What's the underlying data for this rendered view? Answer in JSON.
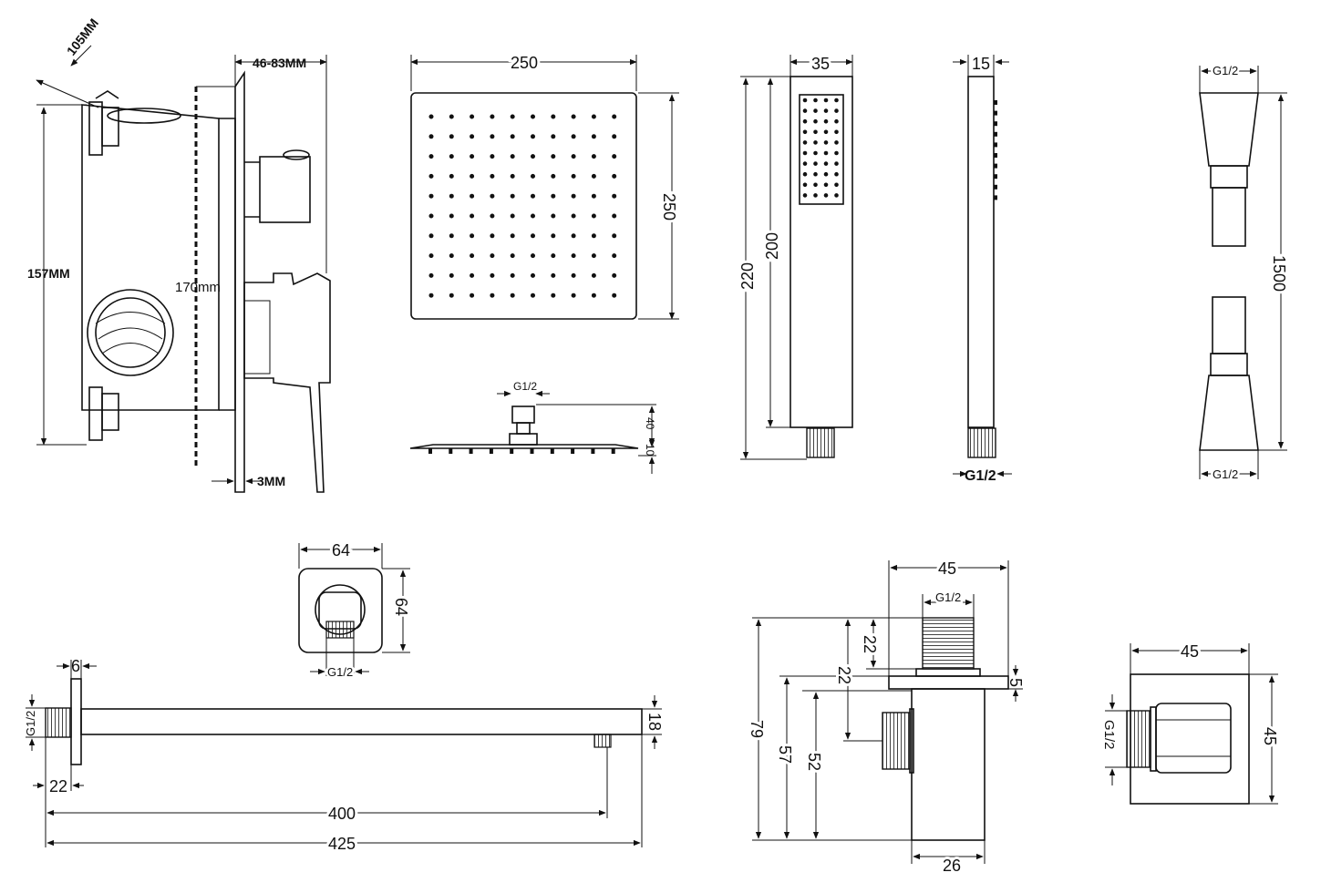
{
  "mixer": {
    "depth_label": "105MM",
    "projection_label": "46-83MM",
    "height_label": "157MM",
    "wall_label": "170mm",
    "plate_label": "3MM"
  },
  "rain_head": {
    "width_label": "250",
    "height_label": "250",
    "thread_label": "G1/2",
    "neck_label": "40",
    "thickness_label": "10"
  },
  "hand_shower": {
    "width_label": "35",
    "total_label": "220",
    "head_label": "200",
    "side_label": "15",
    "thread_label": "G1/2"
  },
  "hose": {
    "top_thread": "G1/2",
    "length_label": "1500",
    "bottom_thread": "G1/2"
  },
  "wall_outlet_front": {
    "width_label": "64",
    "height_label": "64",
    "thread_label": "G1/2"
  },
  "arm": {
    "flange_label": "6",
    "thread_label": "G1/2",
    "thread_len_label": "22",
    "tube_label": "18",
    "reach_label": "400",
    "total_label": "425"
  },
  "holder_side": {
    "width_label": "45",
    "thread_label": "G1/2",
    "dim_22a": "22",
    "dim_22b": "22",
    "plate_label": "5",
    "dim_79": "79",
    "dim_57": "57",
    "dim_52": "52",
    "base_label": "26"
  },
  "holder_front": {
    "width_label": "45",
    "height_label": "45",
    "thread_label": "G1/2"
  }
}
